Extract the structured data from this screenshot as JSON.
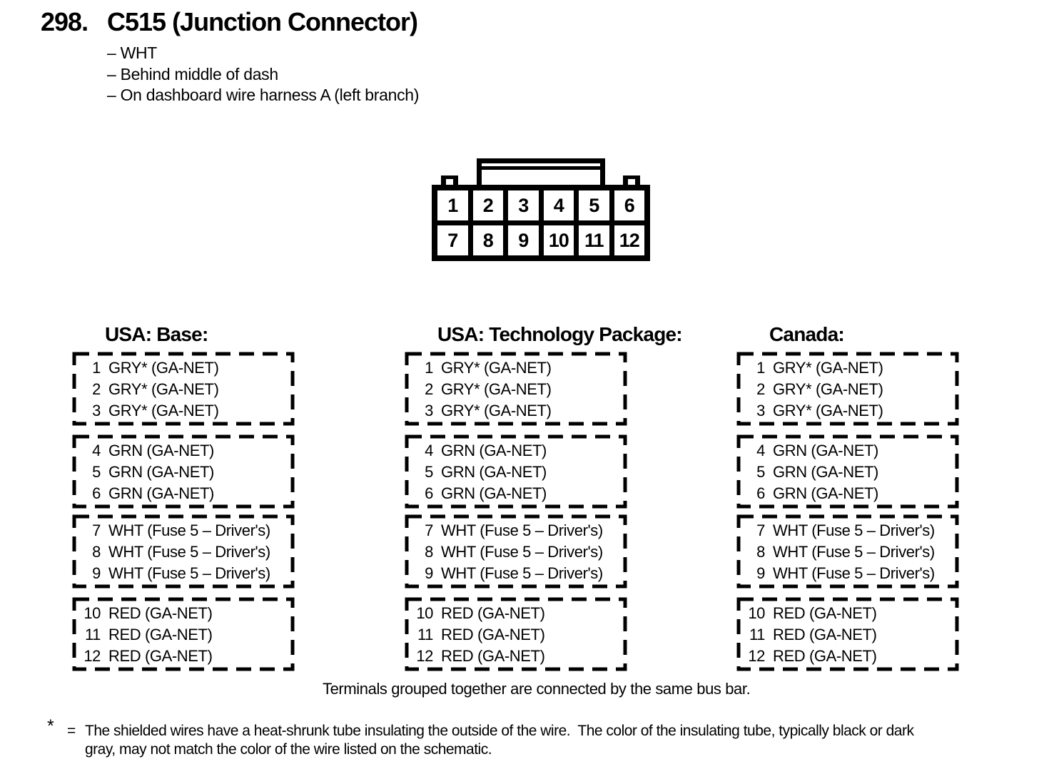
{
  "page": {
    "index_number": "298.",
    "title": "C515 (Junction Connector)",
    "details": [
      "– WHT",
      "– Behind middle of dash",
      "– On dashboard wire harness A (left branch)"
    ]
  },
  "connector": {
    "rows": [
      [
        "1",
        "2",
        "3",
        "4",
        "5",
        "6"
      ],
      [
        "7",
        "8",
        "9",
        "10",
        "11",
        "12"
      ]
    ]
  },
  "tables": [
    {
      "header": "USA: Base:",
      "groups": [
        {
          "rows": [
            {
              "pin": "1",
              "label": "GRY* (GA-NET)"
            },
            {
              "pin": "2",
              "label": "GRY* (GA-NET)"
            },
            {
              "pin": "3",
              "label": "GRY* (GA-NET)"
            }
          ]
        },
        {
          "rows": [
            {
              "pin": "4",
              "label": "GRN (GA-NET)"
            },
            {
              "pin": "5",
              "label": "GRN (GA-NET)"
            },
            {
              "pin": "6",
              "label": "GRN (GA-NET)"
            }
          ]
        },
        {
          "rows": [
            {
              "pin": "7",
              "label": "WHT (Fuse 5 – Driver's)"
            },
            {
              "pin": "8",
              "label": "WHT (Fuse 5 – Driver's)"
            },
            {
              "pin": "9",
              "label": "WHT (Fuse 5 – Driver's)"
            }
          ]
        },
        {
          "rows": [
            {
              "pin": "10",
              "label": "RED (GA-NET)"
            },
            {
              "pin": "11",
              "label": "RED (GA-NET)"
            },
            {
              "pin": "12",
              "label": "RED (GA-NET)"
            }
          ]
        }
      ]
    },
    {
      "header": "USA: Technology Package:",
      "groups": [
        {
          "rows": [
            {
              "pin": "1",
              "label": "GRY* (GA-NET)"
            },
            {
              "pin": "2",
              "label": "GRY* (GA-NET)"
            },
            {
              "pin": "3",
              "label": "GRY* (GA-NET)"
            }
          ]
        },
        {
          "rows": [
            {
              "pin": "4",
              "label": "GRN (GA-NET)"
            },
            {
              "pin": "5",
              "label": "GRN (GA-NET)"
            },
            {
              "pin": "6",
              "label": "GRN (GA-NET)"
            }
          ]
        },
        {
          "rows": [
            {
              "pin": "7",
              "label": "WHT (Fuse 5 – Driver's)"
            },
            {
              "pin": "8",
              "label": "WHT (Fuse 5 – Driver's)"
            },
            {
              "pin": "9",
              "label": "WHT (Fuse 5 – Driver's)"
            }
          ]
        },
        {
          "rows": [
            {
              "pin": "10",
              "label": "RED (GA-NET)"
            },
            {
              "pin": "11",
              "label": "RED (GA-NET)"
            },
            {
              "pin": "12",
              "label": "RED (GA-NET)"
            }
          ]
        }
      ]
    },
    {
      "header": "Canada:",
      "groups": [
        {
          "rows": [
            {
              "pin": "1",
              "label": "GRY* (GA-NET)"
            },
            {
              "pin": "2",
              "label": "GRY* (GA-NET)"
            },
            {
              "pin": "3",
              "label": "GRY* (GA-NET)"
            }
          ]
        },
        {
          "rows": [
            {
              "pin": "4",
              "label": "GRN (GA-NET)"
            },
            {
              "pin": "5",
              "label": "GRN (GA-NET)"
            },
            {
              "pin": "6",
              "label": "GRN (GA-NET)"
            }
          ]
        },
        {
          "rows": [
            {
              "pin": "7",
              "label": "WHT (Fuse 5 – Driver's)"
            },
            {
              "pin": "8",
              "label": "WHT (Fuse 5 – Driver's)"
            },
            {
              "pin": "9",
              "label": "WHT (Fuse 5 – Driver's)"
            }
          ]
        },
        {
          "rows": [
            {
              "pin": "10",
              "label": "RED (GA-NET)"
            },
            {
              "pin": "11",
              "label": "RED (GA-NET)"
            },
            {
              "pin": "12",
              "label": "RED (GA-NET)"
            }
          ]
        }
      ]
    }
  ],
  "notes": {
    "bus_bar_note": "Terminals grouped together are connected by the same bus bar.",
    "footnote_symbol": "*",
    "footnote_operator": "=",
    "footnote_lines": [
      "The shielded wires have a heat-shrunk tube insulating the outside of the wire.  The color of the insulating tube, typically black or dark",
      "gray, may not match the color of the wire listed on the schematic."
    ]
  },
  "colors": {
    "ink": "#000000",
    "paper": "#ffffff"
  }
}
